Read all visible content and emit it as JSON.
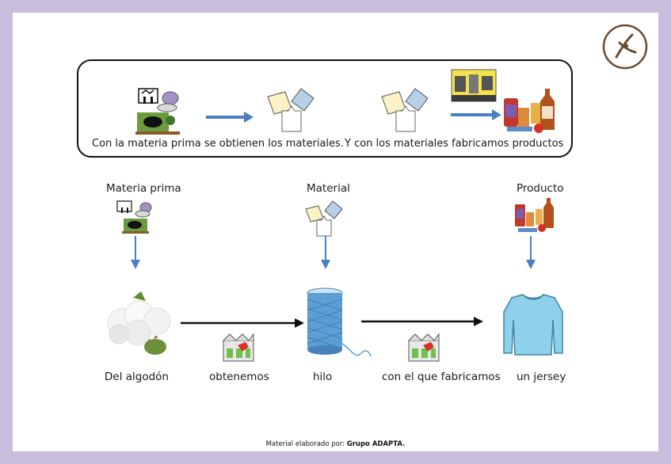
{
  "top_panel": {
    "left_caption": "Con la materia prima se obtienen los materiales.",
    "right_caption": "Y con los materiales fabricamos productos"
  },
  "categories": {
    "raw": "Materia prima",
    "material": "Material",
    "product": "Producto"
  },
  "flow": {
    "step1": "Del algodón",
    "step2": "obtenemos",
    "step3": "hilo",
    "step4": "con el que fabricamos",
    "step5": "un jersey"
  },
  "footer": {
    "prefix": "Material elaborado por:",
    "author": "Grupo ADAPTA."
  },
  "colors": {
    "arrow_blue": "#4a7fc0",
    "sweater": "#8fd0ea",
    "thread": "#5b9fd4"
  }
}
